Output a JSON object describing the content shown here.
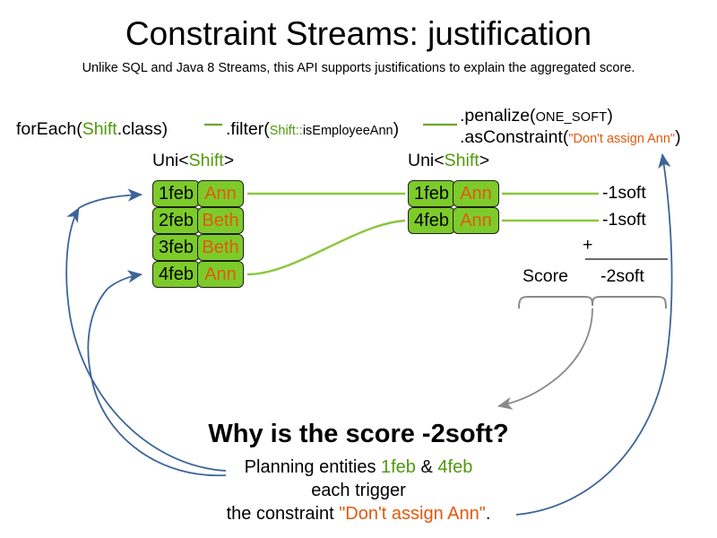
{
  "slide": {
    "title": "Constraint Streams: justification",
    "subtitle": "Unlike SQL and Java 8 Streams, this API supports justifications to explain the aggregated score."
  },
  "colors": {
    "entity_green": "#7DCB2B",
    "type_green": "#4F9A0B",
    "string_orange": "#E2590F",
    "arrow_blue": "#3C6597",
    "brace_gray": "#8A8A8A",
    "stream_green": "#8CC63F"
  },
  "pipeline": {
    "foreach": {
      "call": "forEach(",
      "type": "Shift",
      "rest": ".class)"
    },
    "filter": {
      "call": ".filter(",
      "ref_type": "Shift::",
      "ref_method": "isEmployeeAnn",
      "close": ")"
    },
    "penalize": {
      "call": ".penalize(",
      "arg": "ONE_SOFT",
      "close": ")"
    },
    "as_constraint": {
      "call": ".asConstraint(",
      "arg": "\"Don't assign Ann\"",
      "close": ")"
    }
  },
  "streams": [
    {
      "name": "uni-left",
      "label_prefix": "Uni<",
      "label_type": "Shift",
      "label_suffix": ">",
      "rows": [
        {
          "date": "1feb",
          "employee": "Ann"
        },
        {
          "date": "2feb",
          "employee": "Beth"
        },
        {
          "date": "3feb",
          "employee": "Beth"
        },
        {
          "date": "4feb",
          "employee": "Ann"
        }
      ]
    },
    {
      "name": "uni-right",
      "label_prefix": "Uni<",
      "label_type": "Shift",
      "label_suffix": ">",
      "rows": [
        {
          "date": "1feb",
          "employee": "Ann"
        },
        {
          "date": "4feb",
          "employee": "Ann"
        }
      ]
    }
  ],
  "score_panel": {
    "impacts": [
      "-1soft",
      "-1soft"
    ],
    "operator": "+",
    "score_label": "Score",
    "total": "-2soft"
  },
  "explanation": {
    "heading": "Why is the score -2soft?",
    "line1_a": "Planning entities ",
    "line1_e1": "1feb",
    "line1_amp": " & ",
    "line1_e2": "4feb",
    "line2": "each trigger",
    "line3_a": "the constraint ",
    "line3_constraint": "\"Don't assign Ann\"",
    "line3_b": "."
  }
}
